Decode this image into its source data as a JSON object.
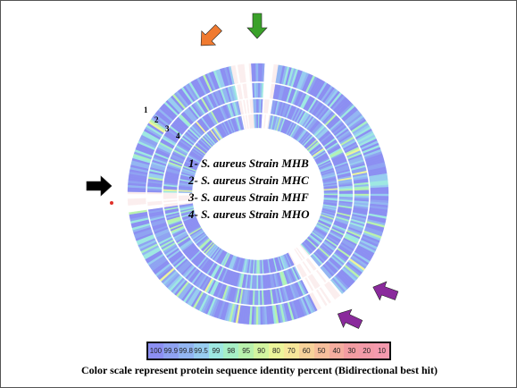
{
  "tracks": [
    {
      "number": "1",
      "label": "1- S. aureus Strain MHB"
    },
    {
      "number": "2",
      "label": "2- S. aureus Strain MHC"
    },
    {
      "number": "3",
      "label": "3- S. aureus Strain MHF"
    },
    {
      "number": "4",
      "label": "4- S. aureus Strain MHO"
    }
  ],
  "arrows": [
    {
      "color": "#f07a30",
      "icon": "arrow-down-icon"
    },
    {
      "color": "#3aa12a",
      "icon": "arrow-down-icon"
    },
    {
      "color": "#000000",
      "icon": "arrow-right-icon"
    },
    {
      "color": "#8a2a9c",
      "icon": "arrow-left-icon"
    },
    {
      "color": "#8a2a9c",
      "icon": "arrow-left-icon"
    }
  ],
  "color_scale": [
    {
      "label": "100",
      "color": "#8c8ff2"
    },
    {
      "label": "99.9",
      "color": "#8fa3f2"
    },
    {
      "label": "99.8",
      "color": "#93b6f2"
    },
    {
      "label": "99.5",
      "color": "#98cdf0"
    },
    {
      "label": "99",
      "color": "#9ee8e2"
    },
    {
      "label": "98",
      "color": "#a7f0c6"
    },
    {
      "label": "95",
      "color": "#b9f2ad"
    },
    {
      "label": "90",
      "color": "#d3f5a0"
    },
    {
      "label": "80",
      "color": "#ecf59a"
    },
    {
      "label": "70",
      "color": "#f7e79a"
    },
    {
      "label": "60",
      "color": "#f7d29a"
    },
    {
      "label": "50",
      "color": "#f7bf9c"
    },
    {
      "label": "40",
      "color": "#f5ad9f"
    },
    {
      "label": "30",
      "color": "#f39ca2"
    },
    {
      "label": "20",
      "color": "#f39aa8"
    },
    {
      "label": "10",
      "color": "#f59aae"
    }
  ],
  "caption": "Color scale represent protein sequence identity percent (Bidirectional best hit)"
}
